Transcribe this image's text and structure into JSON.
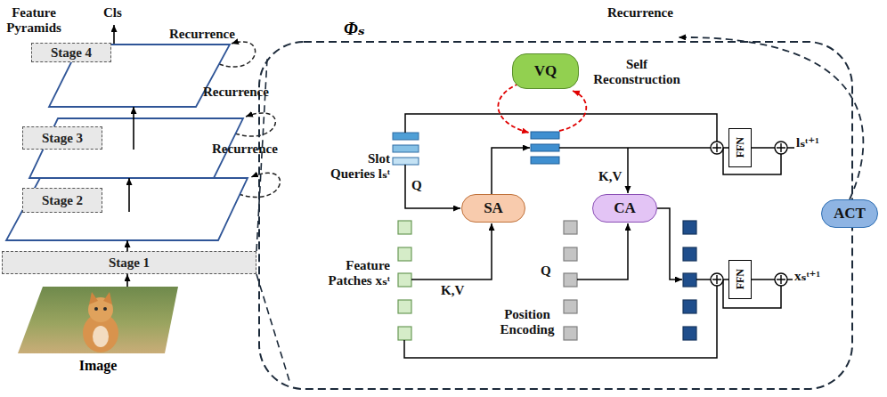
{
  "diagram": {
    "nodes": [
      {
        "text": [
          "Stage 4"
        ]
      },
      {
        "text": [
          "Stage 3"
        ]
      },
      {
        "text": [
          "Stage 2"
        ]
      },
      {
        "text": [
          "Stage 1"
        ]
      },
      {
        "text": [
          "Image"
        ]
      },
      {
        "text": [
          "Φₛ"
        ]
      },
      {
        "text": [
          "VQ"
        ],
        "in": 5
      },
      {
        "text": [
          "SA"
        ],
        "in": 5
      },
      {
        "text": [
          "CA"
        ],
        "in": 5
      },
      {
        "text": [
          "FFN"
        ],
        "in": 5
      },
      {
        "text": [
          "FFN"
        ],
        "in": 5
      },
      {
        "text": [
          "ACT"
        ],
        "in": 5
      }
    ],
    "edges": [
      {
        "from": 4,
        "to": 3,
        "arrow": "to"
      },
      {
        "from": 3,
        "to": 2,
        "arrow": "to"
      },
      {
        "from": 2,
        "to": 1,
        "arrow": "to"
      },
      {
        "from": 1,
        "to": 0,
        "arrow": "to"
      },
      {
        "from": 3,
        "to": 5,
        "arrow": "none"
      }
    ],
    "labels": [
      "Feature Pyramids",
      "Cls",
      "Recurrence",
      "Recurrence",
      "Recurrence",
      "Recurrence",
      "Self Reconstruction",
      "Slot Queries lₛᵗ",
      "Q",
      "K,V",
      "Feature Patches xₛᵗ",
      "K,V",
      "Position Encoding",
      "Q",
      "lₛᵗ⁺¹",
      "xₛᵗ⁺¹"
    ]
  }
}
